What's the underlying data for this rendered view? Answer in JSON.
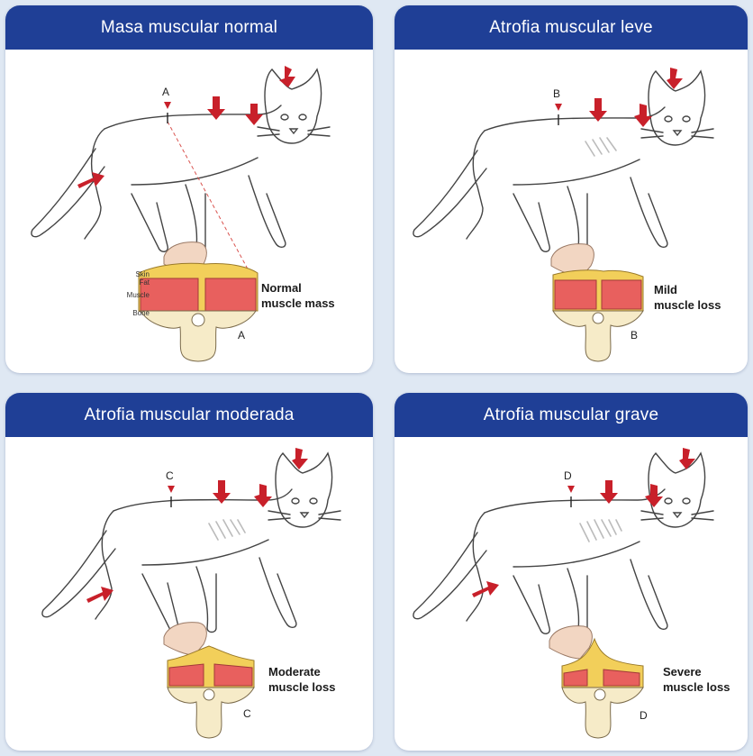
{
  "panels": [
    {
      "title": "Masa muscular normal",
      "marker": "A",
      "caption_line1": "Normal",
      "caption_line2": "muscle mass",
      "layers": {
        "skin": "Skin",
        "fat": "Fat",
        "muscle": "Muscle",
        "bone": "Bone"
      }
    },
    {
      "title": "Atrofia muscular leve",
      "marker": "B",
      "caption_line1": "Mild",
      "caption_line2": "muscle loss"
    },
    {
      "title": "Atrofia muscular moderada",
      "marker": "C",
      "caption_line1": "Moderate",
      "caption_line2": "muscle loss"
    },
    {
      "title": "Atrofia muscular grave",
      "marker": "D",
      "caption_line1": "Severe",
      "caption_line2": "muscle loss"
    }
  ],
  "colors": {
    "header": "#1f3f96",
    "arrow": "#c8202a",
    "muscle": "#e8605e",
    "fat": "#f2cf5a",
    "bone": "#f6ebc8"
  },
  "icons": [
    "down-arrow-icon",
    "tail-arrow-icon",
    "finger-icon"
  ]
}
